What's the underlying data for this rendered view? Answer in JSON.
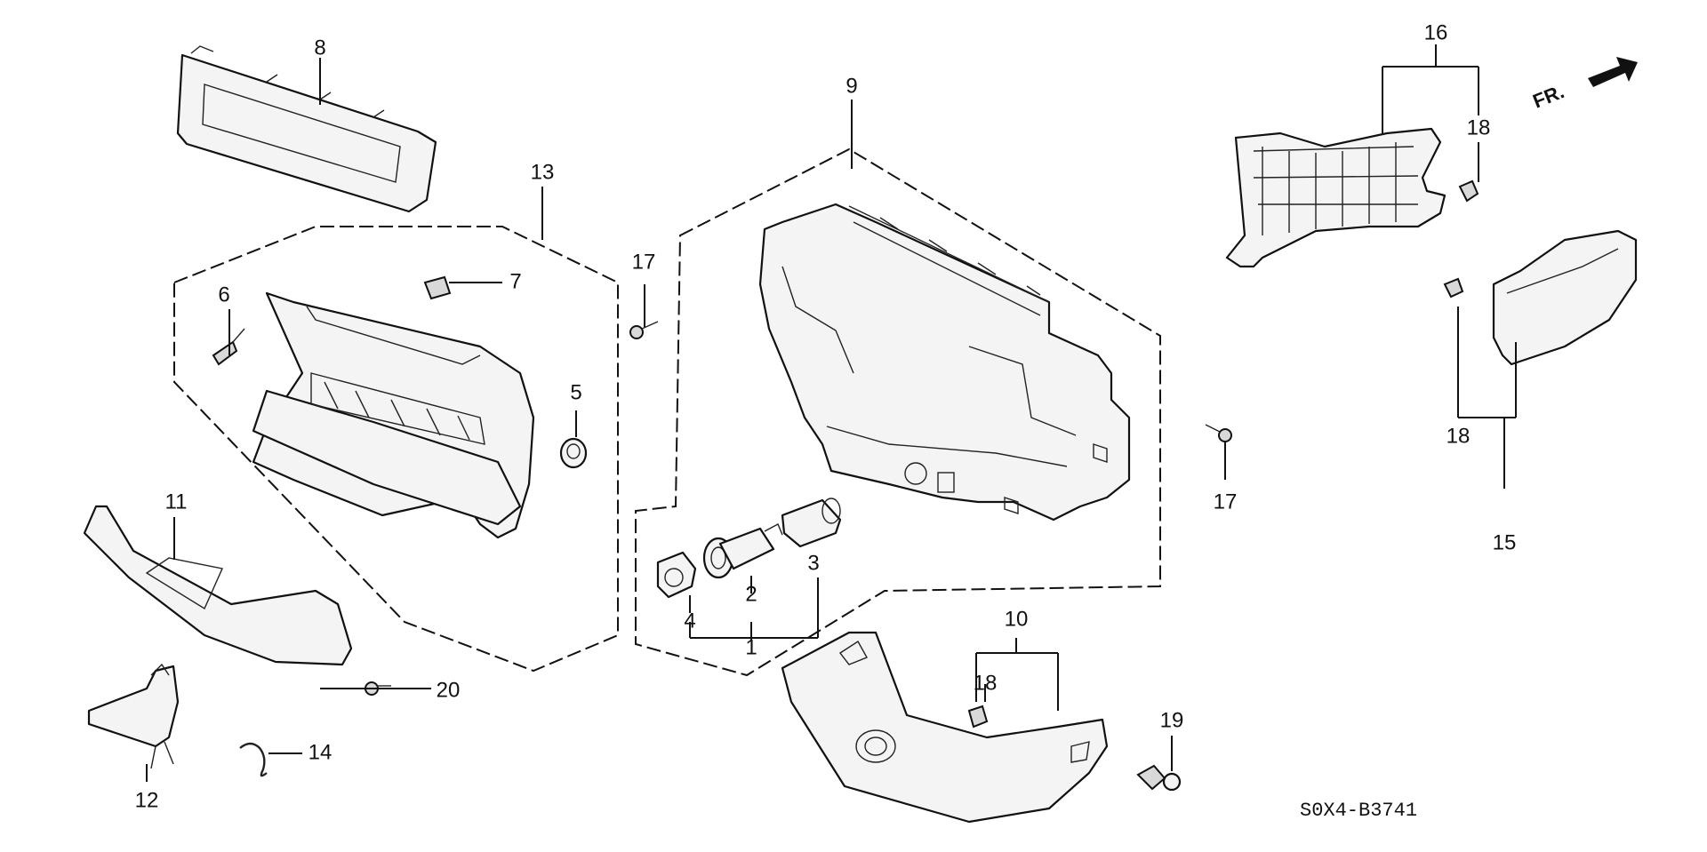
{
  "diagram": {
    "drawing_code": "S0X4-B3741",
    "direction_label": "FR.",
    "callouts": {
      "c1": "1",
      "c2": "2",
      "c3": "3",
      "c4": "4",
      "c5": "5",
      "c6": "6",
      "c7": "7",
      "c8": "8",
      "c9": "9",
      "c10": "10",
      "c11": "11",
      "c12": "12",
      "c13": "13",
      "c14": "14",
      "c15": "15",
      "c16": "16",
      "c17a": "17",
      "c17b": "17",
      "c18a": "18",
      "c18b": "18",
      "c18c": "18",
      "c19": "19",
      "c20": "20"
    }
  }
}
